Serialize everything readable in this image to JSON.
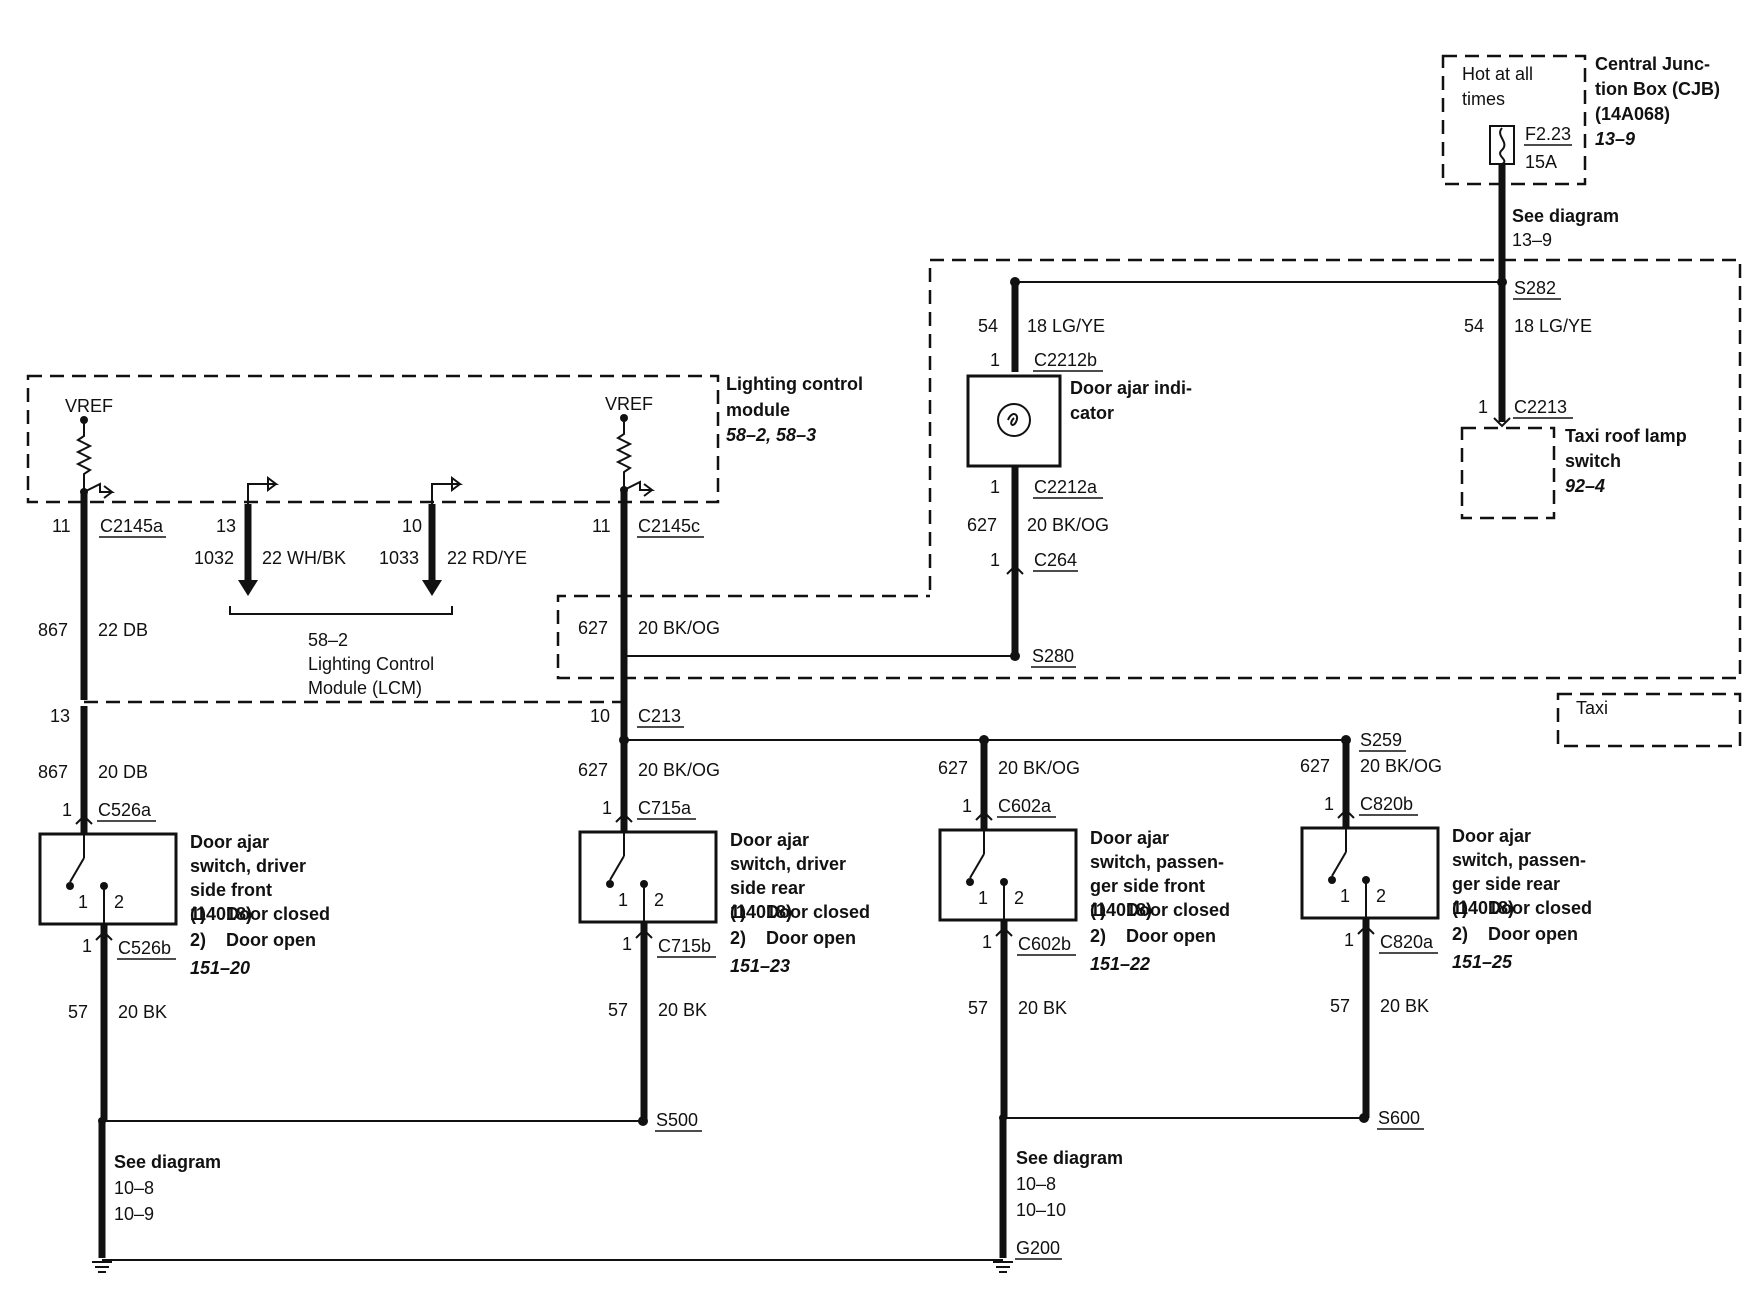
{
  "cjb": {
    "hot_at_all_1": "Hot at all",
    "hot_at_all_2": "times",
    "fuse": "F2.23",
    "fuse_amp": "15A",
    "title_1": "Central Junc-",
    "title_2": "tion Box (CJB)",
    "title_3": "(14A068)",
    "ref": "13–9",
    "see_1": "See diagram",
    "see_2": "13–9"
  },
  "lcm": {
    "vref_left": "VREF",
    "vref_right": "VREF",
    "title_1": "Lighting control",
    "title_2": "module",
    "ref": "58–2, 58–3",
    "pin_11a": "11",
    "conn_a": "C2145a",
    "pin_13": "13",
    "pin_10": "10",
    "pin_11c": "11",
    "conn_c": "C2145c",
    "circ_1032": "1032",
    "wire_1032": "22 WH/BK",
    "circ_1033": "1033",
    "wire_1033": "22 RD/YE",
    "ref2_1": "58–2",
    "ref2_2": "Lighting Control",
    "ref2_3": "Module (LCM)"
  },
  "indicator": {
    "circ_54": "54",
    "wire_54": "18 LG/YE",
    "pin_1b": "1",
    "conn_b": "C2212b",
    "title_1": "Door ajar indi-",
    "title_2": "cator",
    "pin_1a": "1",
    "conn_a": "C2212a",
    "circ_627": "627",
    "wire_627": "20 BK/OG",
    "pin_1c": "1",
    "conn_c264": "C264",
    "splice_s280": "S280"
  },
  "taxi": {
    "splice_s282": "S282",
    "circ_54": "54",
    "wire_54": "18 LG/YE",
    "pin_1": "1",
    "conn": "C2213",
    "title_1": "Taxi roof lamp",
    "title_2": "switch",
    "ref": "92–4",
    "label": "Taxi"
  },
  "mid": {
    "circ_867": "867",
    "wire_867": "22 DB",
    "circ_627": "627",
    "wire_627": "20 BK/OG",
    "pin_13": "13",
    "pin_10": "10",
    "conn_c213": "C213",
    "splice_s259": "S259"
  },
  "switches": [
    {
      "circ_top": "867",
      "wire_top": "20 DB",
      "pin_top": "1",
      "conn_top": "C526a",
      "title": [
        "Door ajar",
        "switch, driver",
        "side front",
        "(14018)"
      ],
      "pin_bot": "1",
      "conn_bot": "C526b",
      "ref": "151–20",
      "circ_bot": "57",
      "wire_bot": "20 BK"
    },
    {
      "circ_top": "627",
      "wire_top": "20 BK/OG",
      "pin_top": "1",
      "conn_top": "C715a",
      "title": [
        "Door ajar",
        "switch, driver",
        "side rear",
        "(14018)"
      ],
      "pin_bot": "1",
      "conn_bot": "C715b",
      "ref": "151–23",
      "circ_bot": "57",
      "wire_bot": "20 BK"
    },
    {
      "circ_top": "627",
      "wire_top": "20 BK/OG",
      "pin_top": "1",
      "conn_top": "C602a",
      "title": [
        "Door ajar",
        "switch, passen-",
        "ger side front",
        "(14018)"
      ],
      "pin_bot": "1",
      "conn_bot": "C602b",
      "ref": "151–22",
      "circ_bot": "57",
      "wire_bot": "20 BK"
    },
    {
      "circ_top": "627",
      "wire_top": "20 BK/OG",
      "pin_top": "1",
      "conn_top": "C820b",
      "title": [
        "Door ajar",
        "switch, passen-",
        "ger side rear",
        "(14018)"
      ],
      "pin_bot": "1",
      "conn_bot": "C820a",
      "ref": "151–25",
      "circ_bot": "57",
      "wire_bot": "20 BK"
    }
  ],
  "switch_common": {
    "pin1": "1",
    "pin2": "2",
    "state_1_num": "1)",
    "state_1": "Door closed",
    "state_2_num": "2)",
    "state_2": "Door open"
  },
  "ground": {
    "splice_s500": "S500",
    "splice_s600": "S600",
    "left_see_1": "See diagram",
    "left_see_2": "10–8",
    "left_see_3": "10–9",
    "right_see_1": "See diagram",
    "right_see_2": "10–8",
    "right_see_3": "10–10",
    "g200": "G200"
  }
}
